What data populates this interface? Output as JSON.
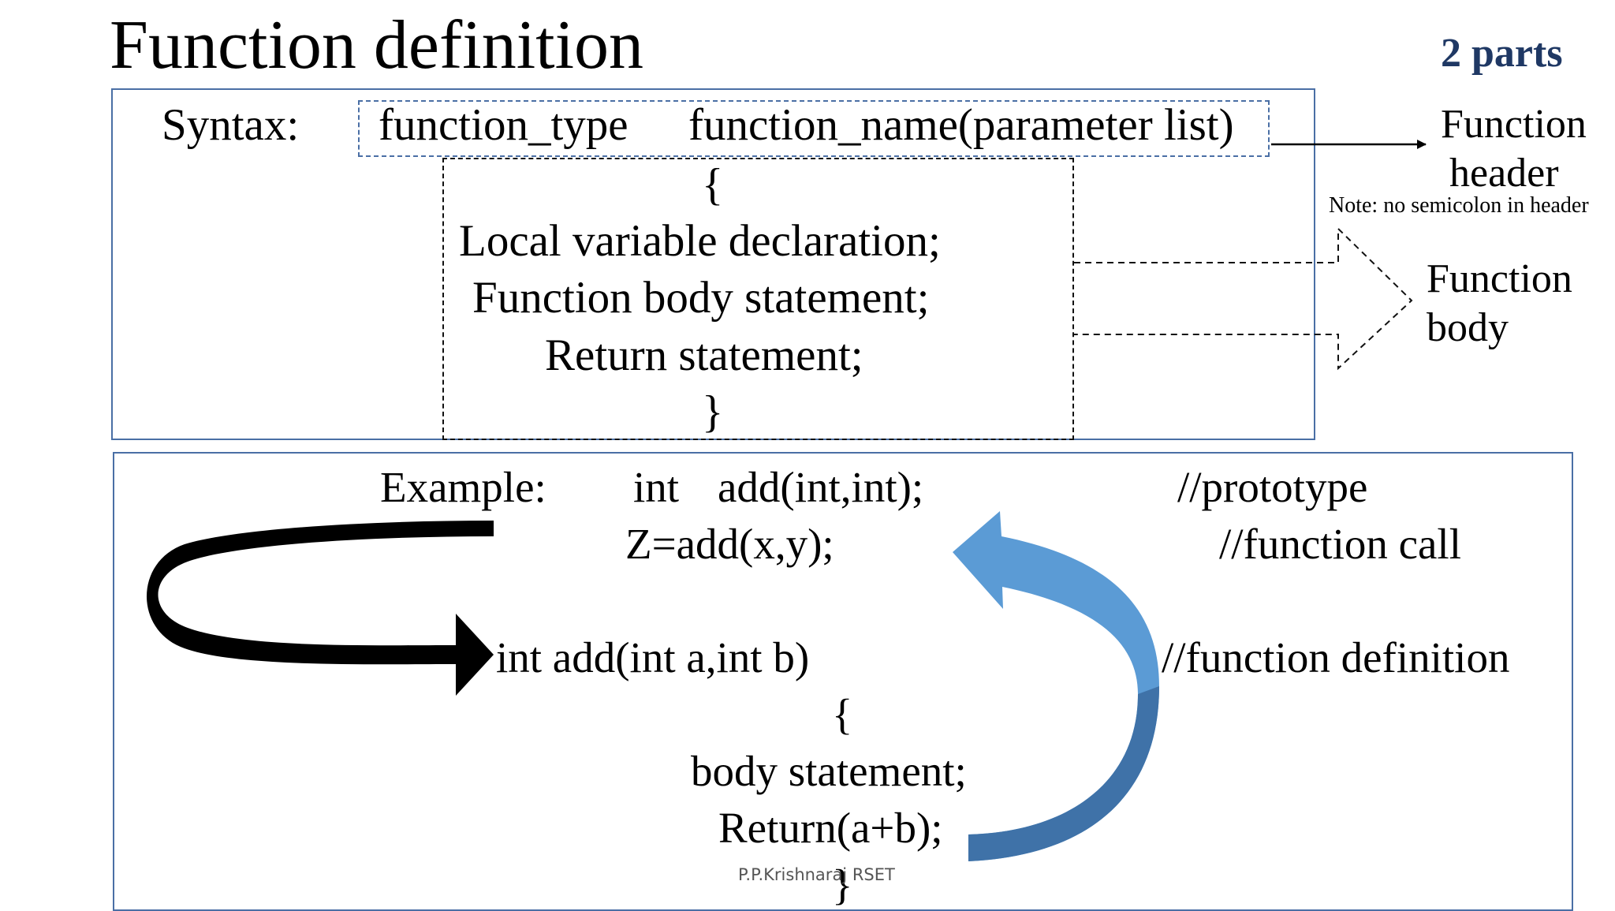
{
  "slide": {
    "title": "Function definition",
    "badge": "2 parts",
    "syntax": {
      "label": "Syntax:",
      "function_type": "function_type",
      "function_name": "function_name(parameter list)",
      "open_brace": "{",
      "local_var": "Local variable declaration;",
      "body_stmt": "Function body statement;",
      "return_stmt": "Return statement;",
      "close_brace": "}"
    },
    "callouts": {
      "header_line1": "Function",
      "header_line2": "header",
      "note": "Note: no semicolon in header",
      "body_line1": "Function",
      "body_line2": "body"
    },
    "example": {
      "label": "Example:",
      "proto_type": "int",
      "proto_rest": "add(int,int);",
      "proto_comment": "//prototype",
      "call": "Z=add(x,y);",
      "call_comment": "//function call",
      "def_header": "int add(int a,int b)",
      "def_comment": "//function definition",
      "open_brace": "{",
      "body": "body statement;",
      "ret": "Return(a+b);",
      "close_brace": "}"
    },
    "watermark": "P.P.Krishnaraj RSET",
    "colors": {
      "title_badge": "#1f3864",
      "box_border": "#4a6fa5",
      "blue_arrow": "#5b9bd5",
      "blue_arrow_dark": "#3f72a8",
      "black_arrow": "#000000"
    },
    "icons": {
      "black_arrow": "curved-arrow-right",
      "blue_arrow": "curved-arrow-up-left",
      "header_arrow": "arrow-right",
      "body_arrow": "block-arrow-right-dashed"
    }
  }
}
